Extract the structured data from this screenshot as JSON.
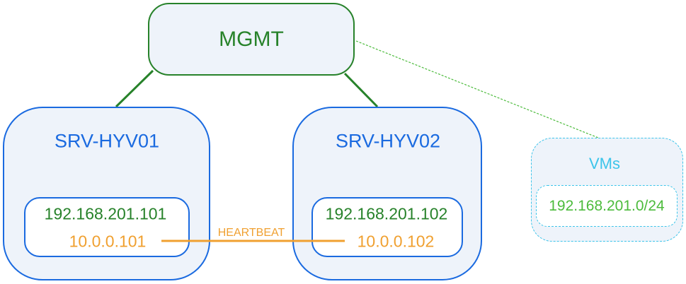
{
  "nodes": {
    "mgmt": {
      "label": "MGMT"
    },
    "hyv01": {
      "label": "SRV-HYV01",
      "mgmt_ip": "192.168.201.101",
      "heartbeat_ip": "10.0.0.101"
    },
    "hyv02": {
      "label": "SRV-HYV02",
      "mgmt_ip": "192.168.201.102",
      "heartbeat_ip": "10.0.0.102"
    },
    "vms": {
      "label": "VMs",
      "subnet": "192.168.201.0/24"
    }
  },
  "links": {
    "heartbeat_label": "HEARTBEAT"
  },
  "colors": {
    "mgmt": "#27822a",
    "server": "#1a6ae0",
    "heartbeat": "#f0a030",
    "vms": "#3cc4ea",
    "subnet": "#4cbb3c",
    "fill": "#eef3fa"
  }
}
